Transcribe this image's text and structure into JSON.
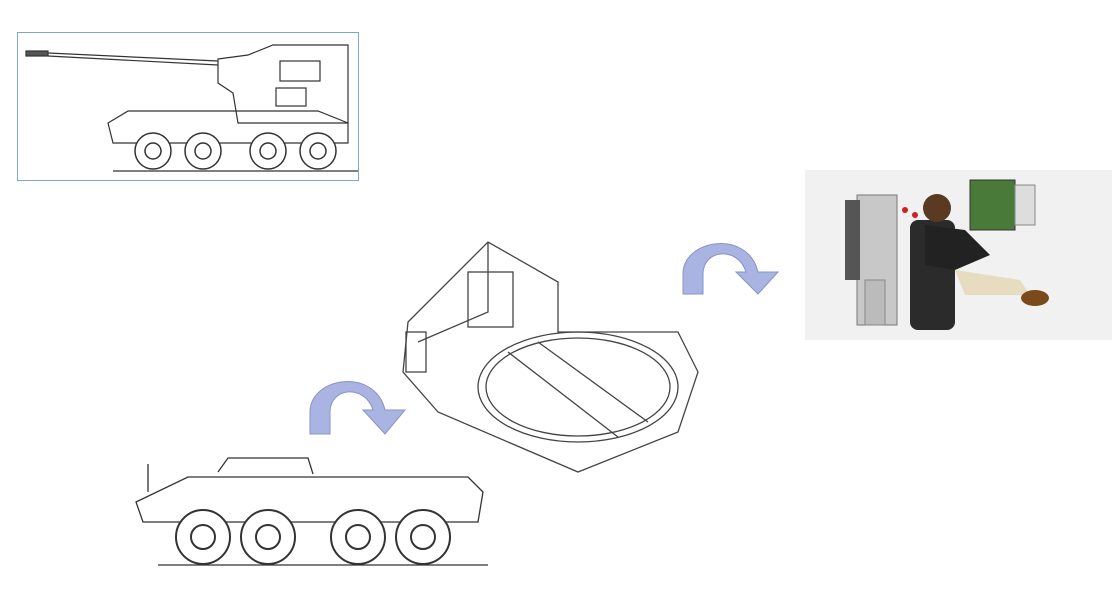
{
  "colors": {
    "arrow_dark": "#8893c6",
    "arrow_light": "#a9b4e2",
    "box_border": "#7fa7d0",
    "line_art": "#333333"
  },
  "icons": [
    "gun-vehicle-drawing",
    "base-vehicle-drawing",
    "turret-structure-drawing",
    "crew-station-render",
    "curved-arrow-icon"
  ]
}
